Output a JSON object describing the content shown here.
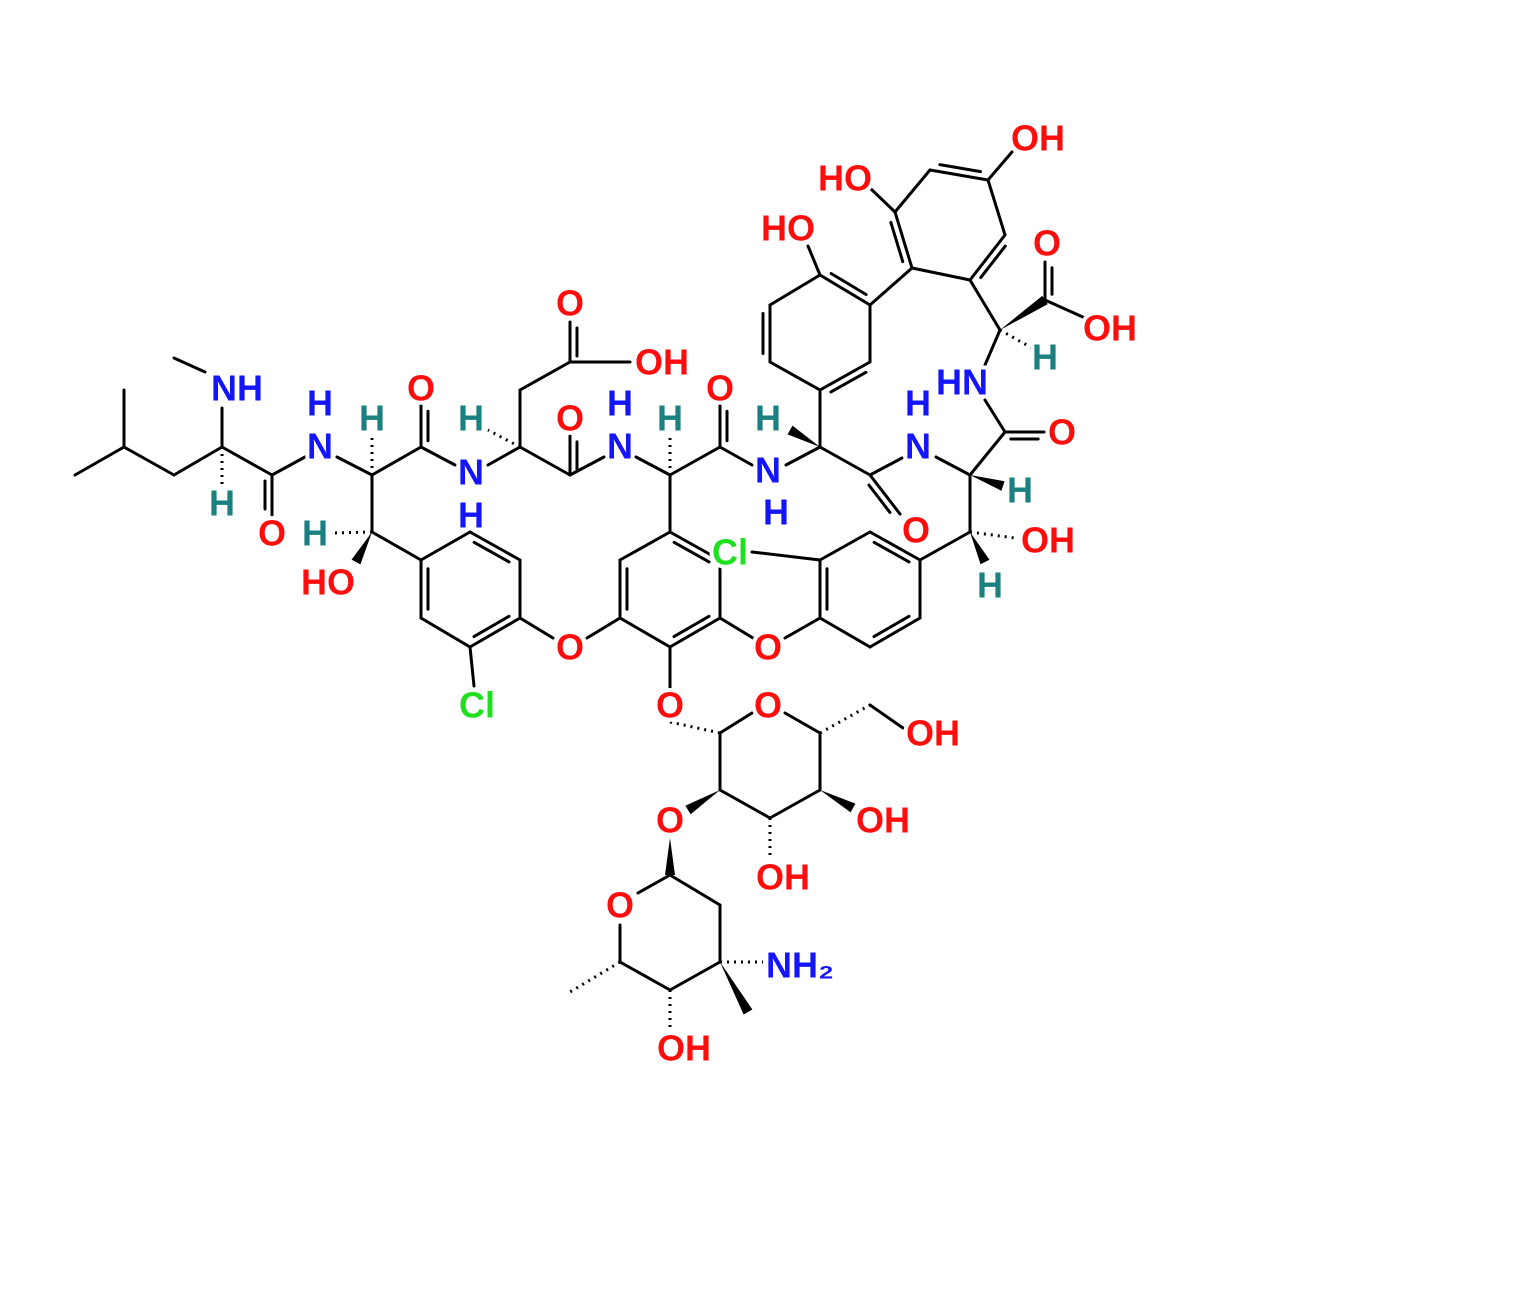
{
  "colors": {
    "O": "#ff0d0d",
    "N": "#1414ff",
    "H": "#1a8080",
    "Cl": "#1ee01e",
    "bond": "#000000"
  },
  "atoms": {
    "nh_methylamine": {
      "text": "NH",
      "el": "N"
    },
    "h_n1": {
      "text": "H",
      "el": "N"
    },
    "n1": {
      "text": "N",
      "el": "N"
    },
    "h_a1": {
      "text": "H",
      "el": "H"
    },
    "o_c1": {
      "text": "O",
      "el": "O"
    },
    "h_a2": {
      "text": "H",
      "el": "H"
    },
    "n2": {
      "text": "N",
      "el": "N"
    },
    "h_n2": {
      "text": "H",
      "el": "N"
    },
    "o_acid1": {
      "text": "O",
      "el": "O"
    },
    "oh_acid1": {
      "text": "OH",
      "el": "O"
    },
    "o_c2": {
      "text": "O",
      "el": "O"
    },
    "h_n3": {
      "text": "H",
      "el": "N"
    },
    "n3": {
      "text": "N",
      "el": "N"
    },
    "h_a3": {
      "text": "H",
      "el": "H"
    },
    "o_c3": {
      "text": "O",
      "el": "O"
    },
    "h_a4": {
      "text": "H",
      "el": "H"
    },
    "n4": {
      "text": "N",
      "el": "N"
    },
    "h_n4": {
      "text": "H",
      "el": "N"
    },
    "cl_right": {
      "text": "Cl",
      "el": "Cl"
    },
    "h_n5": {
      "text": "H",
      "el": "N"
    },
    "n5": {
      "text": "N",
      "el": "N"
    },
    "o_c4": {
      "text": "O",
      "el": "O"
    },
    "hn6": {
      "text": "HN",
      "el": "N"
    },
    "o_c5": {
      "text": "O",
      "el": "O"
    },
    "h_a5": {
      "text": "H",
      "el": "H"
    },
    "oh_b5": {
      "text": "OH",
      "el": "O"
    },
    "h_b5": {
      "text": "H",
      "el": "H"
    },
    "h_a6": {
      "text": "H",
      "el": "H"
    },
    "oh_acid2": {
      "text": "OH",
      "el": "O"
    },
    "o_acid2": {
      "text": "O",
      "el": "O"
    },
    "oh_ring_top": {
      "text": "OH",
      "el": "O"
    },
    "ho_ring_top": {
      "text": "HO",
      "el": "O"
    },
    "ho_ring_mid": {
      "text": "HO",
      "el": "O"
    },
    "o_c0": {
      "text": "O",
      "el": "O"
    },
    "h_a0": {
      "text": "H",
      "el": "H"
    },
    "h_b1": {
      "text": "H",
      "el": "H"
    },
    "ho_b1": {
      "text": "HO",
      "el": "O"
    },
    "cl_left": {
      "text": "Cl",
      "el": "Cl"
    },
    "o_ether1": {
      "text": "O",
      "el": "O"
    },
    "o_ether2": {
      "text": "O",
      "el": "O"
    },
    "o_glyco": {
      "text": "O",
      "el": "O"
    },
    "o_ring_glc": {
      "text": "O",
      "el": "O"
    },
    "oh_c6": {
      "text": "OH",
      "el": "O"
    },
    "o_link": {
      "text": "O",
      "el": "O"
    },
    "oh_c4": {
      "text": "OH",
      "el": "O"
    },
    "oh_c3": {
      "text": "OH",
      "el": "O"
    },
    "o_ring_van": {
      "text": "O",
      "el": "O"
    },
    "nh2": {
      "text": "NH₂",
      "el": "N"
    },
    "oh_van": {
      "text": "OH",
      "el": "O"
    }
  }
}
